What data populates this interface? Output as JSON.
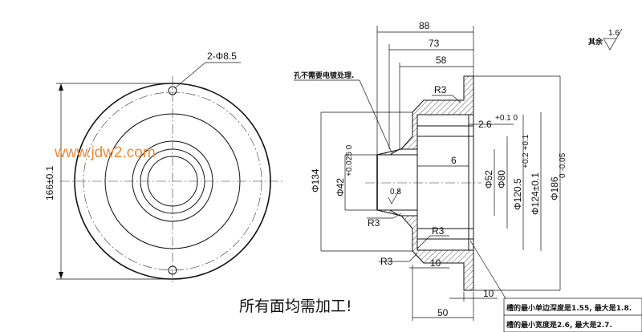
{
  "watermark": "www.jdw2.com",
  "front_view": {
    "hole_note": "2-Φ8.5",
    "outer_dim": "166±0.1"
  },
  "section_view": {
    "dims_top": [
      "88",
      "73",
      "58"
    ],
    "plating_note": "孔不需要电镀处理.",
    "radius_labels": [
      "R3",
      "R3",
      "R3",
      "R3"
    ],
    "groove_dim": "2.6",
    "groove_tol": "+0.1\n0",
    "inner_depth": "6",
    "dim_134": "Φ134",
    "dim_42": "Φ42",
    "dim_42_tol": "+0.025\n0",
    "dim_52": "Φ52",
    "dim_80": "Φ80",
    "dim_120": "Φ120.5",
    "dim_120_tol": "+0.2\n+0.1",
    "dim_124": "Φ124±0.1",
    "dim_186": "Φ186",
    "dim_186_tol": "0\n-0.05",
    "roughness_small": "0.8",
    "bottom_10a": "10",
    "bottom_10b": "10",
    "bottom_50": "50"
  },
  "roughness_note": {
    "prefix": "其余",
    "value": "1.6"
  },
  "machining_note": "所有面均需加工!",
  "groove_notes": [
    "槽的最小单边深度是1.55, 最大是1.8.",
    "槽的最小宽度是2.6, 最大是2.7."
  ]
}
